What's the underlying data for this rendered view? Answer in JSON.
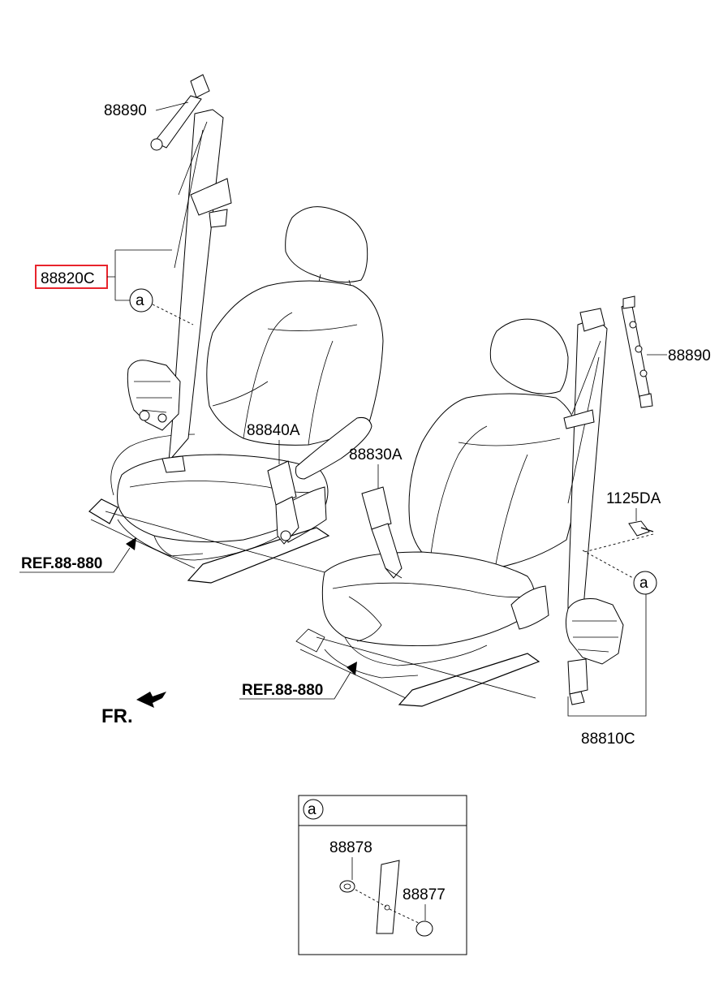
{
  "labels": {
    "upper_anchor_left": "88890",
    "belt_left": "88820C",
    "buckle_left": "88840A",
    "buckle_right": "88830A",
    "upper_anchor_right": "88890",
    "bolt": "1125DA",
    "belt_right": "88810C",
    "ref_left": "REF.88-880",
    "ref_right": "REF.88-880",
    "front": "FR.",
    "callout_a_left": "a",
    "callout_a_right": "a"
  },
  "detail": {
    "title_marker": "a",
    "cap_label": "88878",
    "plug_label": "88877"
  },
  "colors": {
    "highlight": "#e8242c",
    "line": "#000000"
  }
}
